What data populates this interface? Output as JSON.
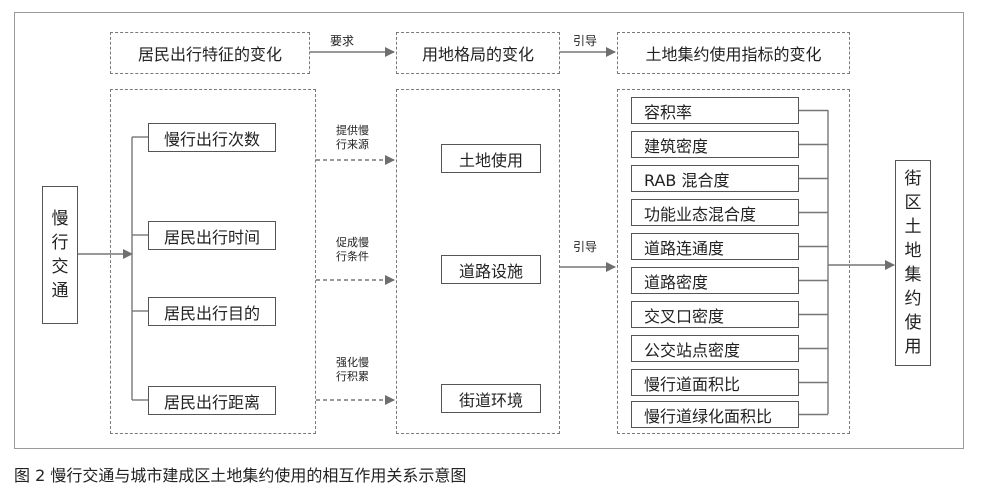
{
  "top_row": {
    "left": "居民出行特征的变化",
    "middle": "用地格局的变化",
    "right": "土地集约使用指标的变化",
    "label_left": "要求",
    "label_right": "引导"
  },
  "source": {
    "chars": [
      "慢",
      "行",
      "交",
      "通"
    ]
  },
  "travel_items": [
    "慢行出行次数",
    "居民出行时间",
    "居民出行目的",
    "居民出行距离"
  ],
  "arrow_labels": {
    "a1": [
      "提供慢",
      "行来源"
    ],
    "a2": [
      "促成慢",
      "行条件"
    ],
    "a3": [
      "强化慢",
      "行积累"
    ],
    "guide": "引导"
  },
  "land_items": [
    "土地使用",
    "道路设施",
    "街道环境"
  ],
  "indicators": [
    "容积率",
    "建筑密度",
    "RAB 混合度",
    "功能业态混合度",
    "道路连通度",
    "道路密度",
    "交叉口密度",
    "公交站点密度",
    "慢行道面积比",
    "慢行道绿化面积比"
  ],
  "target": {
    "chars": [
      "街",
      "区",
      "土",
      "地",
      "集",
      "约",
      "使",
      "用"
    ]
  },
  "caption": "图 2  慢行交通与城市建成区土地集约使用的相互作用关系示意图"
}
